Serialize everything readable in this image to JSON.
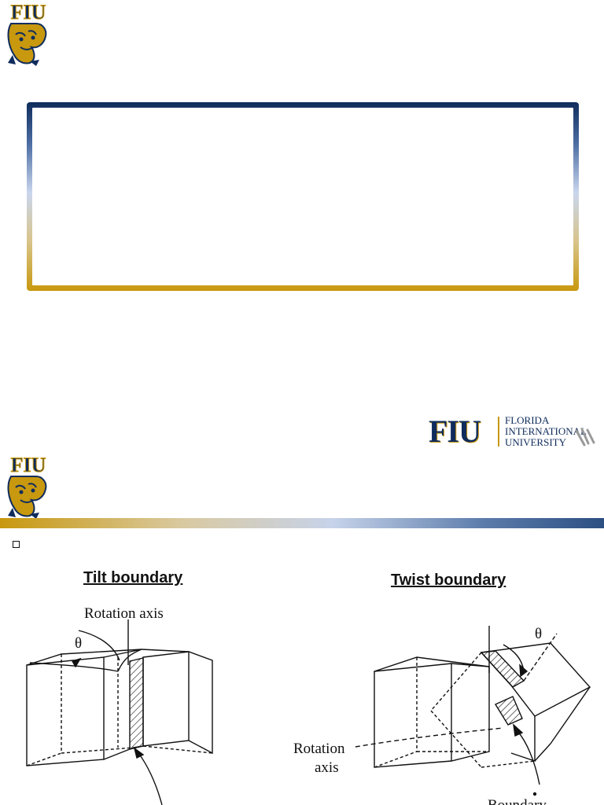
{
  "slide1": {
    "logo": {
      "icon": "fiu-panther-logo",
      "wordmark": "FIU"
    },
    "title_box": {
      "text": ""
    },
    "footer_logo": {
      "letters": "FIU",
      "name_lines": [
        "FLORIDA",
        "INTERNATIONAL",
        "UNIVERSITY"
      ]
    }
  },
  "slide2": {
    "logo": {
      "icon": "fiu-panther-logo",
      "wordmark": "FIU"
    },
    "bullet_icon": "checkbox-bullet-icon",
    "tilt": {
      "title": "Tilt boundary",
      "rotation_axis_label": "Rotation axis",
      "angle_label": "θ"
    },
    "twist": {
      "title": "Twist boundary",
      "rotation_axis_label_line1": "Rotation",
      "rotation_axis_label_line2": "axis",
      "angle_label": "θ",
      "boundary_label": "Boundary"
    }
  },
  "colors": {
    "navy": "#0f2c5c",
    "gold": "#c8980e"
  }
}
